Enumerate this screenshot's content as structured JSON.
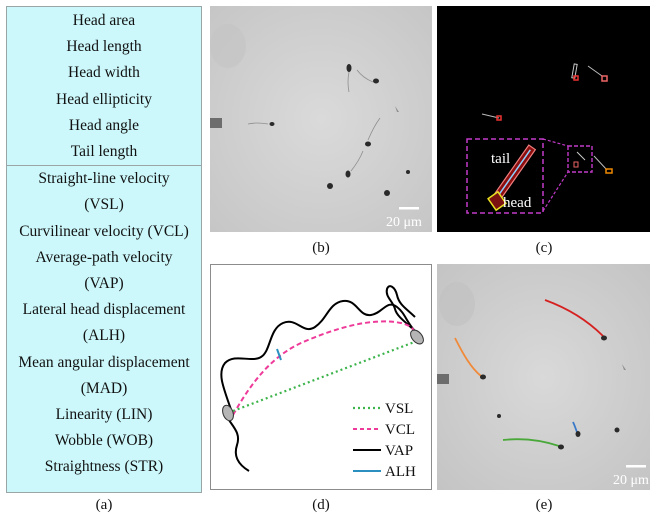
{
  "panel_a": {
    "morphology_metrics": [
      "Head area",
      "Head length",
      "Head width",
      "Head ellipticity",
      "Head angle",
      "Tail length"
    ],
    "motility_metrics": [
      "Straight-line velocity",
      "(VSL)",
      "Curvilinear velocity (VCL)",
      "Average-path velocity",
      "(VAP)",
      "Lateral head displacement",
      "(ALH)",
      "Mean angular displacement",
      "(MAD)",
      "Linearity (LIN)",
      "Wobble (WOB)",
      "Straightness (STR)"
    ],
    "caption": "(a)"
  },
  "panel_b": {
    "caption": "(b)",
    "scale_label": "20 μm"
  },
  "panel_c": {
    "caption": "(c)",
    "tail_label": "tail",
    "head_label": "head"
  },
  "panel_d": {
    "caption": "(d)",
    "legend": [
      {
        "label": "VSL",
        "color": "#3cb44b",
        "style": "dotted"
      },
      {
        "label": "VCL",
        "color": "#ee3b9a",
        "style": "dashed"
      },
      {
        "label": "VAP",
        "color": "#000000",
        "style": "solid"
      },
      {
        "label": "ALH",
        "color": "#2b8fbf",
        "style": "solid"
      }
    ]
  },
  "panel_e": {
    "caption": "(e)",
    "scale_label": "20 μm",
    "track_colors": [
      "#d62020",
      "#f08a3a",
      "#4aa83a",
      "#3a78c8"
    ]
  }
}
